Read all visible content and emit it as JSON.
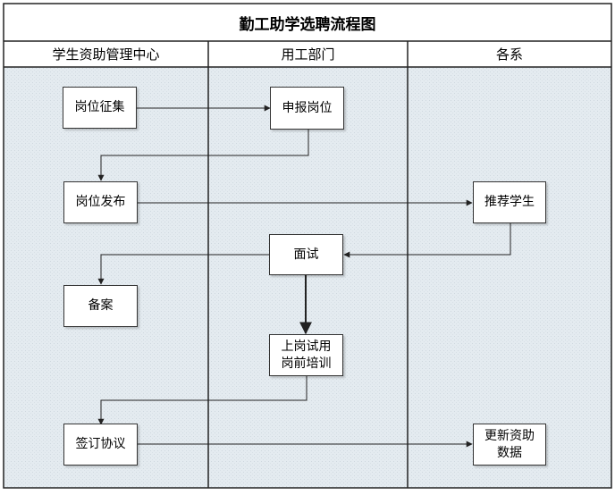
{
  "title": "勤工助学选聘流程图",
  "lanes": [
    {
      "id": "center",
      "label": "学生资助管理中心"
    },
    {
      "id": "dept",
      "label": "用工部门"
    },
    {
      "id": "college",
      "label": "各系"
    }
  ],
  "nodes": {
    "gangwei_zhengji": {
      "label": "岗位征集",
      "lane": "center"
    },
    "shenbao_gangwei": {
      "label": "申报岗位",
      "lane": "dept"
    },
    "gangwei_fabu": {
      "label": "岗位发布",
      "lane": "center"
    },
    "tuijian_xuesheng": {
      "label": "推荐学生",
      "lane": "college"
    },
    "mianshi": {
      "label": "面试",
      "lane": "dept"
    },
    "beian": {
      "label": "备案",
      "lane": "center"
    },
    "shanggang_peixun": {
      "label": "上岗试用\n岗前培训",
      "lane": "dept"
    },
    "qianding_xieyi": {
      "label": "签订协议",
      "lane": "center"
    },
    "gengxin_shuju": {
      "label": "更新资助\n数据",
      "lane": "college"
    }
  },
  "edges": [
    [
      "gangwei_zhengji",
      "shenbao_gangwei"
    ],
    [
      "shenbao_gangwei",
      "gangwei_fabu"
    ],
    [
      "gangwei_fabu",
      "tuijian_xuesheng"
    ],
    [
      "tuijian_xuesheng",
      "mianshi"
    ],
    [
      "mianshi",
      "beian"
    ],
    [
      "mianshi",
      "shanggang_peixun"
    ],
    [
      "shanggang_peixun",
      "qianding_xieyi"
    ],
    [
      "qianding_xieyi",
      "gengxin_shuju"
    ]
  ],
  "colors": {
    "lane_fill": "#e4ebf0",
    "lane_dot": "#cfd8df",
    "border": "#222222",
    "node_fill": "#ffffff",
    "node_border": "#333333",
    "arrow": "#222222"
  }
}
